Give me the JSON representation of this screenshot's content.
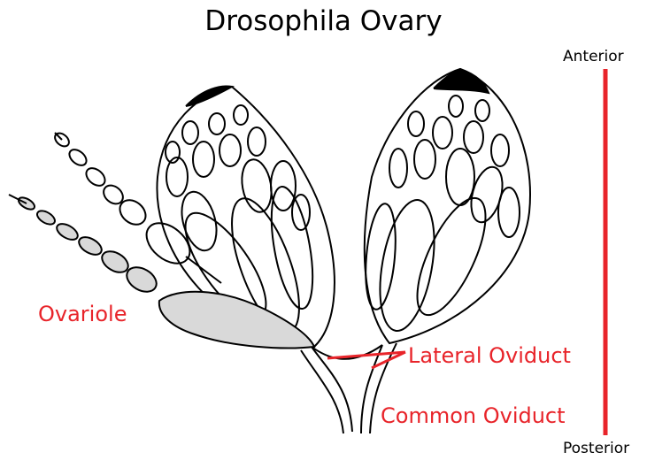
{
  "title": "Drosophila Ovary",
  "axis": {
    "anterior": "Anterior",
    "posterior": "Posterior"
  },
  "labels": {
    "ovariole": "Ovariole",
    "lateral_oviduct": "Lateral Oviduct",
    "common_oviduct": "Common Oviduct"
  },
  "colors": {
    "label": "#e8242a",
    "axis_line": "#e8242a",
    "line_art": "#000000",
    "highlight_fill": "#d9d9d9"
  }
}
